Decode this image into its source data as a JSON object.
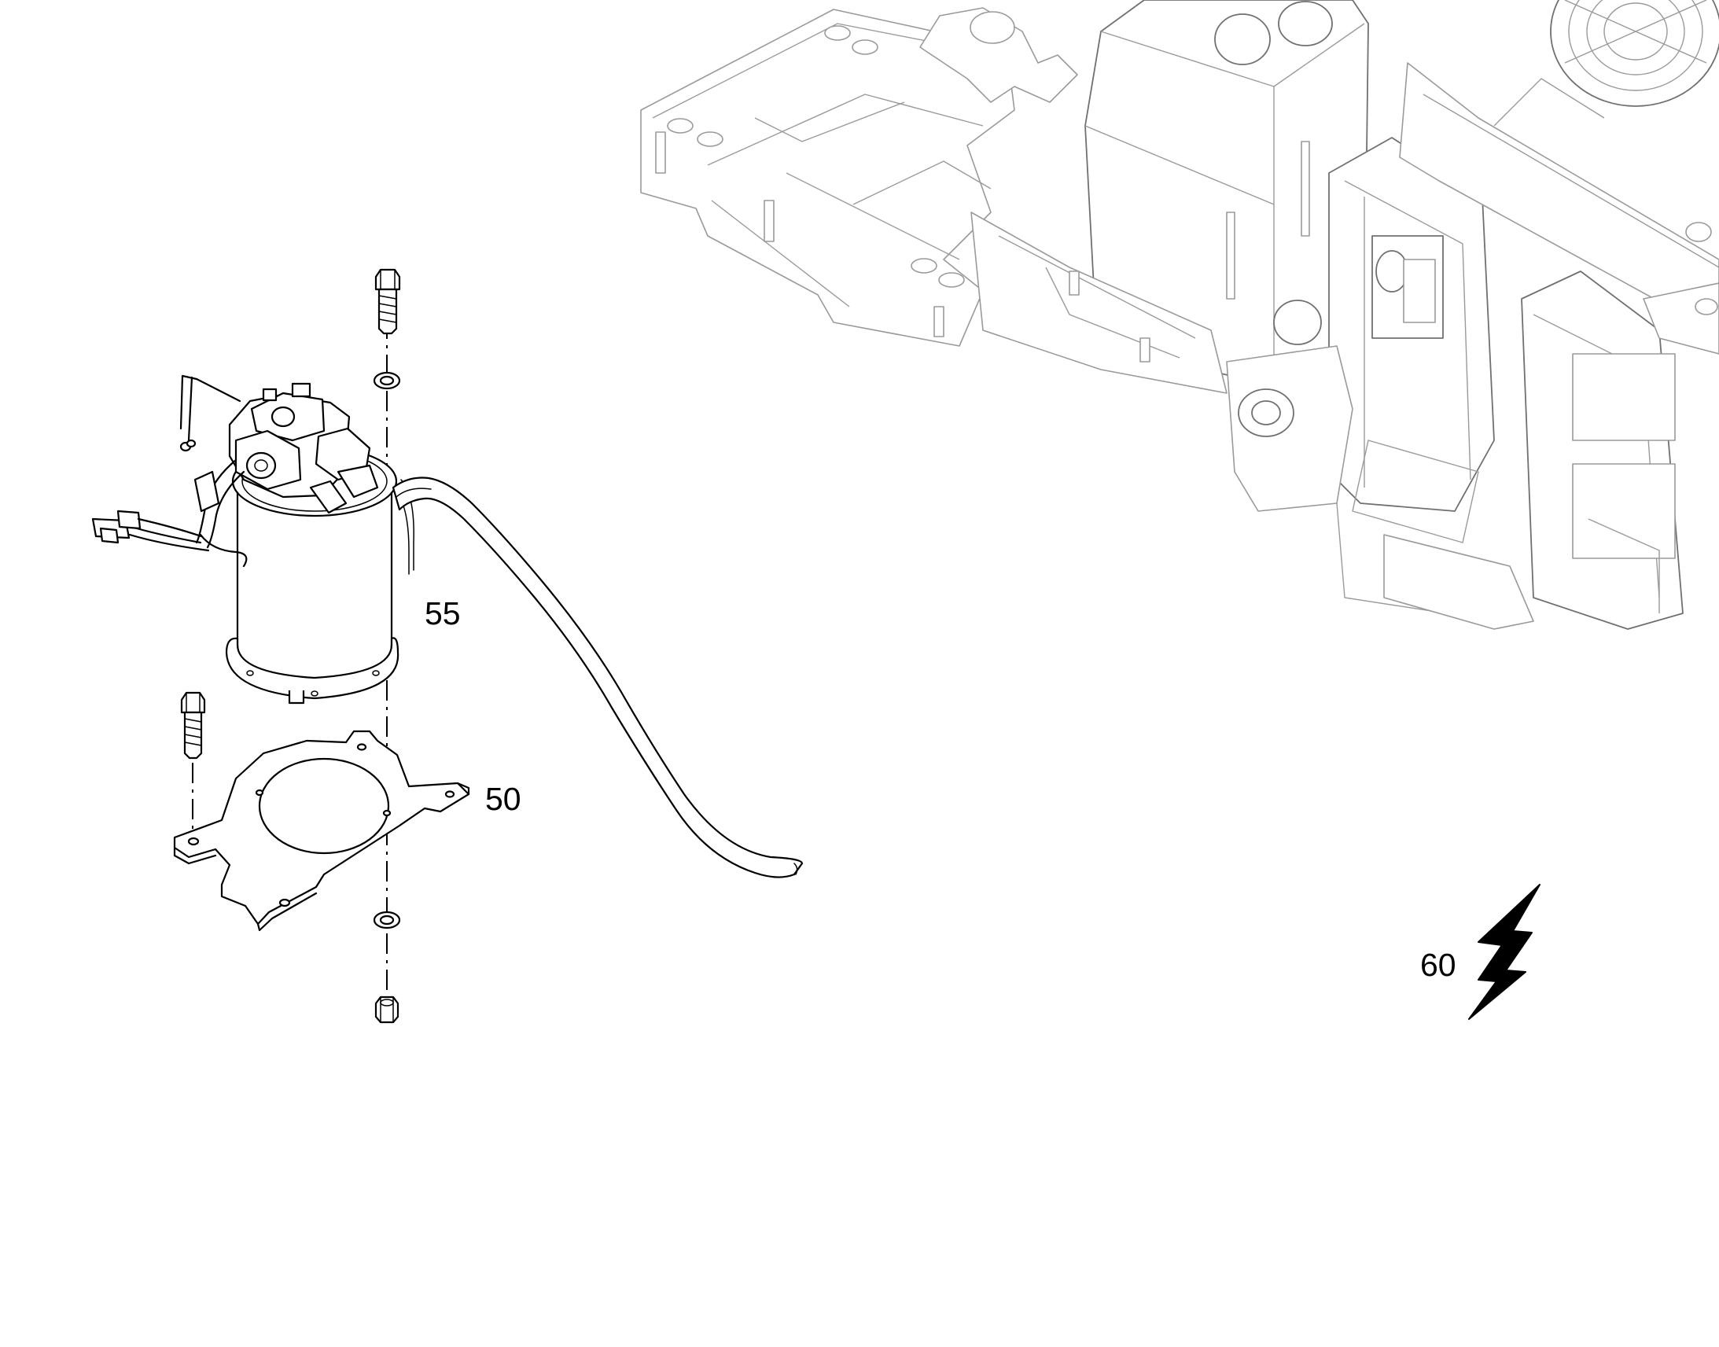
{
  "callouts": {
    "item_55": "55",
    "item_50": "50",
    "item_60": "60"
  }
}
